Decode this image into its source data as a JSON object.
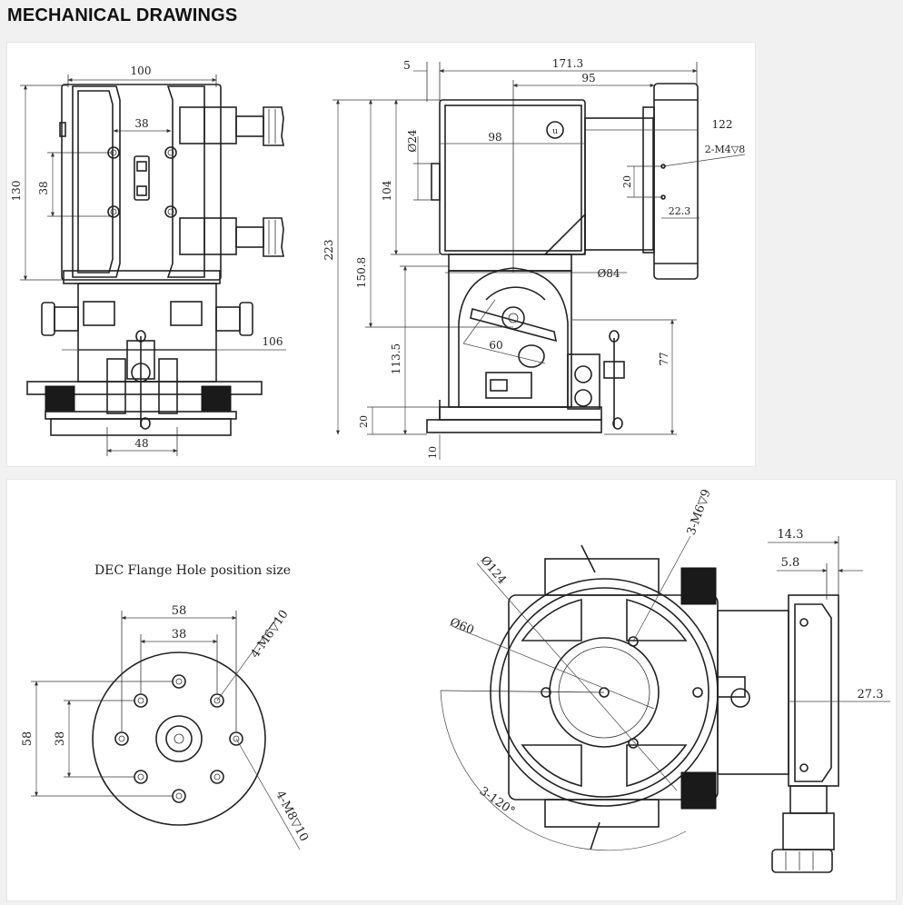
{
  "page": {
    "title": "MECHANICAL DRAWINGS"
  },
  "front_view": {
    "dims": {
      "width_top": "100",
      "height_left": "130",
      "hole_spacing_h": "38",
      "hole_spacing_v": "38",
      "base_width": "106",
      "clamp_width": "48"
    }
  },
  "side_view": {
    "dims": {
      "offset_left": "5",
      "total_length": "171.3",
      "body_length": "95",
      "motor_dia": "Ø24",
      "body_98": "98",
      "flange_122": "122",
      "thread_label": "2-M4▽8",
      "spacing_20": "20",
      "offset_22": "22.3",
      "height_223": "223",
      "height_150": "150.8",
      "height_104": "104",
      "diameter_84": "Ø84",
      "angle_60": "60",
      "height_113": "113.5",
      "height_77": "77",
      "height_20": "20",
      "base_10": "10"
    }
  },
  "flange_view": {
    "caption": "DEC Flange Hole position size",
    "dims": {
      "outer_58": "58",
      "inner_38": "38",
      "thread_m6": "4-M6▽10",
      "thread_m8": "4-M8▽10",
      "left_58": "58",
      "left_38": "38"
    }
  },
  "ra_view": {
    "dims": {
      "thread_m6_3": "3-M6▽9",
      "dia_124": "Ø124",
      "dia_60": "Ø60",
      "angle_3_120": "3-120°",
      "right_14": "14.3",
      "right_5": "5.8",
      "right_27": "27.3"
    }
  }
}
